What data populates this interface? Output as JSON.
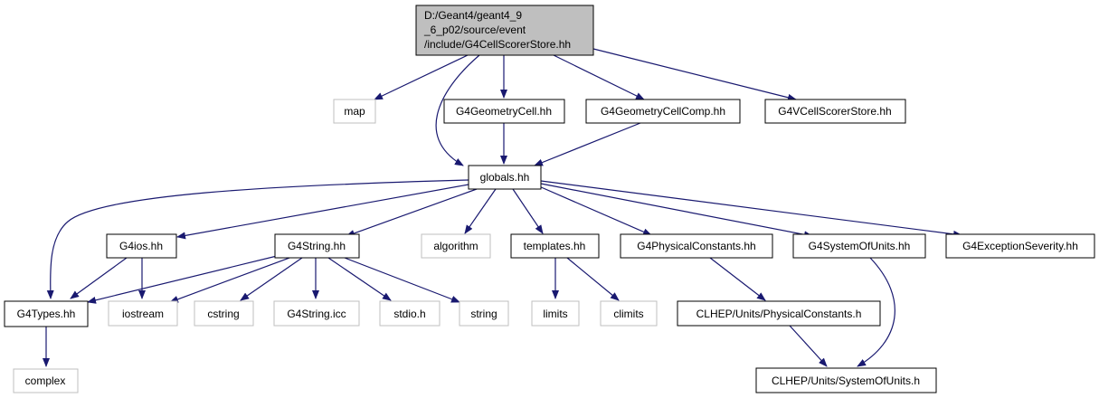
{
  "diagram": {
    "title_lines": [
      "D:/Geant4/geant4_9",
      "_6_p02/source/event",
      "/include/G4CellScorerStore.hh"
    ],
    "nodes": {
      "root": {
        "lines": [
          "D:/Geant4/geant4_9",
          "_6_p02/source/event",
          "/include/G4CellScorerStore.hh"
        ],
        "kind": "root"
      },
      "map": {
        "label": "map",
        "kind": "external"
      },
      "g4geometrycell": {
        "label": "G4GeometryCell.hh",
        "kind": "internal"
      },
      "g4geometrycellcomp": {
        "label": "G4GeometryCellComp.hh",
        "kind": "internal"
      },
      "g4vcellscorerstore": {
        "label": "G4VCellScorerStore.hh",
        "kind": "internal"
      },
      "globals": {
        "label": "globals.hh",
        "kind": "internal"
      },
      "g4ios": {
        "label": "G4ios.hh",
        "kind": "internal"
      },
      "g4string": {
        "label": "G4String.hh",
        "kind": "internal"
      },
      "algorithm": {
        "label": "algorithm",
        "kind": "external"
      },
      "templates": {
        "label": "templates.hh",
        "kind": "internal"
      },
      "g4physicalconstants": {
        "label": "G4PhysicalConstants.hh",
        "kind": "internal"
      },
      "g4systemofunits": {
        "label": "G4SystemOfUnits.hh",
        "kind": "internal"
      },
      "g4exceptionseverity": {
        "label": "G4ExceptionSeverity.hh",
        "kind": "internal"
      },
      "g4types": {
        "label": "G4Types.hh",
        "kind": "internal"
      },
      "iostream": {
        "label": "iostream",
        "kind": "external"
      },
      "cstring": {
        "label": "cstring",
        "kind": "external"
      },
      "g4stringicc": {
        "label": "G4String.icc",
        "kind": "external"
      },
      "stdioh": {
        "label": "stdio.h",
        "kind": "external"
      },
      "string": {
        "label": "string",
        "kind": "external"
      },
      "limits": {
        "label": "limits",
        "kind": "external"
      },
      "climits": {
        "label": "climits",
        "kind": "external"
      },
      "clhepphys": {
        "label": "CLHEP/Units/PhysicalConstants.h",
        "kind": "internal"
      },
      "clhepunits": {
        "label": "CLHEP/Units/SystemOfUnits.h",
        "kind": "internal"
      },
      "complex": {
        "label": "complex",
        "kind": "external"
      }
    },
    "edges": [
      [
        "root",
        "map"
      ],
      [
        "root",
        "globals"
      ],
      [
        "root",
        "g4geometrycell"
      ],
      [
        "root",
        "g4geometrycellcomp"
      ],
      [
        "root",
        "g4vcellscorerstore"
      ],
      [
        "g4geometrycell",
        "globals"
      ],
      [
        "g4geometrycellcomp",
        "globals"
      ],
      [
        "globals",
        "g4types"
      ],
      [
        "globals",
        "g4ios"
      ],
      [
        "globals",
        "g4string"
      ],
      [
        "globals",
        "algorithm"
      ],
      [
        "globals",
        "templates"
      ],
      [
        "globals",
        "g4physicalconstants"
      ],
      [
        "globals",
        "g4systemofunits"
      ],
      [
        "globals",
        "g4exceptionseverity"
      ],
      [
        "g4ios",
        "g4types"
      ],
      [
        "g4ios",
        "iostream"
      ],
      [
        "g4string",
        "g4types"
      ],
      [
        "g4string",
        "iostream"
      ],
      [
        "g4string",
        "cstring"
      ],
      [
        "g4string",
        "g4stringicc"
      ],
      [
        "g4string",
        "stdioh"
      ],
      [
        "g4string",
        "string"
      ],
      [
        "templates",
        "limits"
      ],
      [
        "templates",
        "climits"
      ],
      [
        "g4physicalconstants",
        "clhepphys"
      ],
      [
        "clhepphys",
        "clhepunits"
      ],
      [
        "g4systemofunits",
        "clhepunits"
      ],
      [
        "g4types",
        "complex"
      ]
    ],
    "colors": {
      "root_fill": "#bfbfbf",
      "internal_border": "#000000",
      "external_border": "#bfbfbf",
      "edge": "#191970",
      "text": "#000000"
    }
  }
}
